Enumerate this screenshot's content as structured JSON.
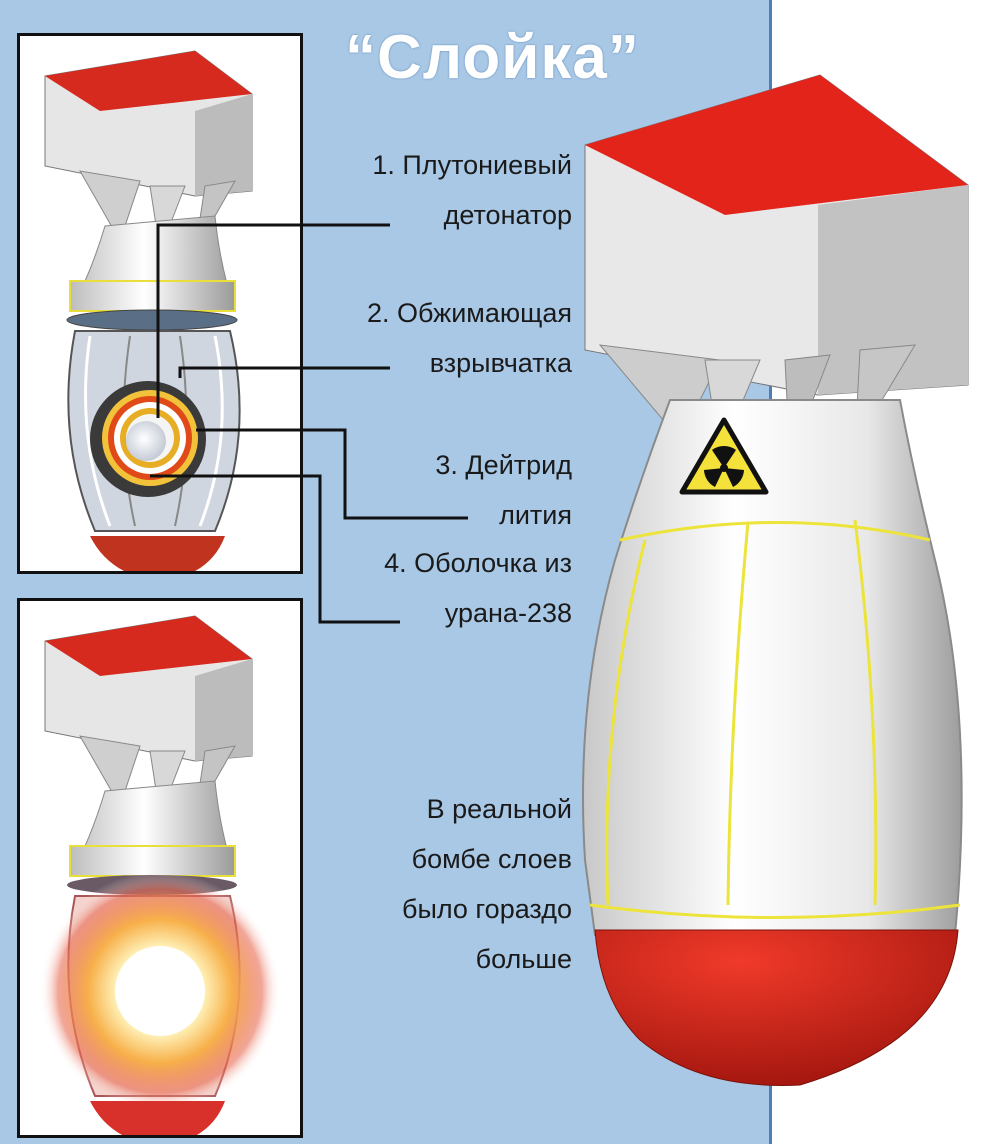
{
  "title": "“Слойка”",
  "labels": [
    {
      "line1": "1. Плутониевый",
      "line2": "детонатор"
    },
    {
      "line1": "2. Обжимающая",
      "line2": "взрывчатка"
    },
    {
      "line1": "3. Дейтрид",
      "line2": "лития"
    },
    {
      "line1": "4. Оболочка из",
      "line2": "урана-238"
    }
  ],
  "note": [
    "В реальной",
    "бомбе слоев",
    "было гораздо",
    "больше"
  ],
  "colors": {
    "background": "#a9c8e6",
    "bomb_body": "#f2f2f2",
    "red_cap": "#e0201a",
    "seam_yellow": "#f0e640",
    "leader_line": "#111111"
  },
  "icons": [
    "radiation-hazard-icon"
  ]
}
